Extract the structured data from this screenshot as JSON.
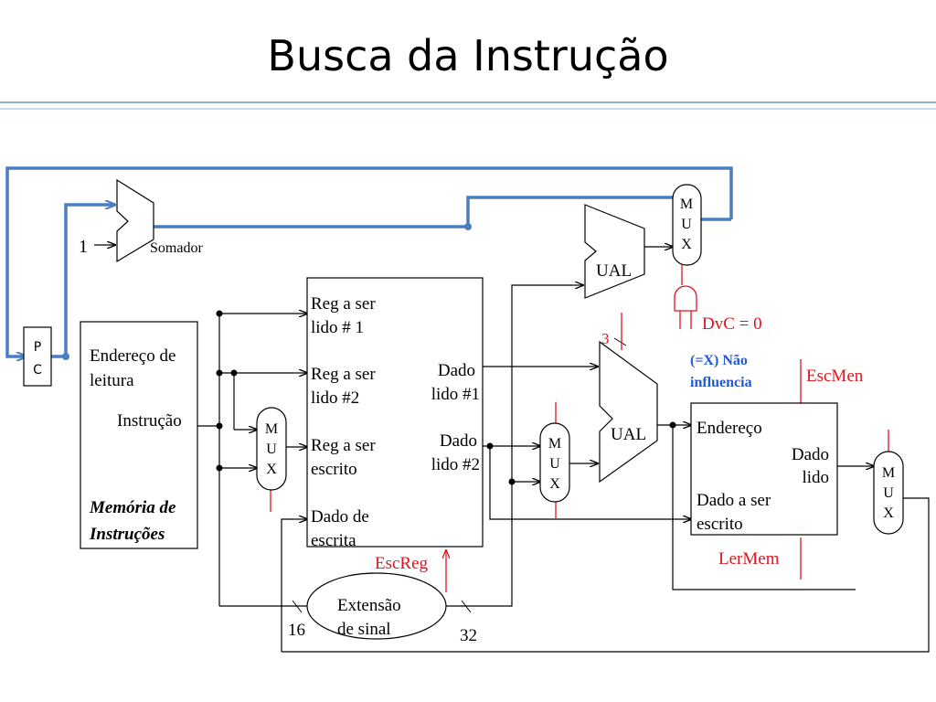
{
  "title": "Busca da Instrução",
  "colors": {
    "control_path": "#4a7ec2",
    "control_signal": "#e0141e",
    "annotation_blue": "#2457d6",
    "title_rule": "#8fb0c8"
  },
  "pc": {
    "line1": "P",
    "line2": "C"
  },
  "adder": {
    "label": "Somador",
    "constant": "1"
  },
  "instruction_memory": {
    "address_line1": "Endereço de",
    "address_line2": "leitura",
    "output": "Instrução",
    "name_line1": "Memória de",
    "name_line2": "Instruções"
  },
  "register_file": {
    "read1_line1": "Reg a ser",
    "read1_line2": "lido # 1",
    "read2_line1": "Reg a ser",
    "read2_line2": "lido #2",
    "write_line1": "Reg a ser",
    "write_line2": "escrito",
    "data_line1": "Dado de",
    "data_line2": "escrita",
    "out1_line1": "Dado",
    "out1_line2": "lido #1",
    "out2_line1": "Dado",
    "out2_line2": "lido #2"
  },
  "mux": {
    "line1": "M",
    "line2": "U",
    "line3": "X"
  },
  "alu_top": {
    "label": "UAL"
  },
  "alu_main": {
    "label": "UAL",
    "control_bits": "3"
  },
  "data_memory": {
    "address": "Endereço",
    "out_line1": "Dado",
    "out_line2": "lido",
    "write_line1": "Dado a ser",
    "write_line2": "escrito"
  },
  "sign_extend": {
    "line1": "Extensão",
    "line2": "de sinal",
    "in_bits": "16",
    "out_bits": "32"
  },
  "signals": {
    "dvc": "DvC = 0",
    "dvc_note_line1": "(=X) Não",
    "dvc_note_line2": "influencia",
    "escmen": "EscMen",
    "escreg": "EscReg",
    "lermem": "LerMem"
  }
}
